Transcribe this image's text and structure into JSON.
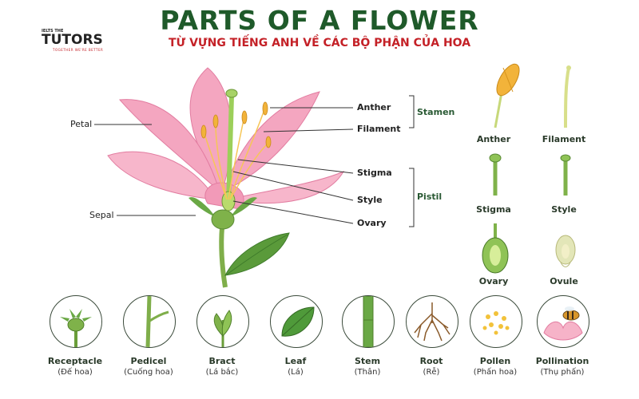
{
  "header": {
    "title": "PARTS OF A FLOWER",
    "subtitle": "TỪ VỰNG TIẾNG ANH VỀ CÁC BỘ PHẬN CỦA HOA"
  },
  "logo": {
    "top_text": "IELTS THE",
    "main_text": "TUTORS",
    "tagline": "TOGETHER WE'RE BETTER"
  },
  "diagram_labels": {
    "petal": "Petal",
    "sepal": "Sepal",
    "anther": "Anther",
    "filament": "Filament",
    "stigma": "Stigma",
    "style": "Style",
    "ovary": "Ovary",
    "stamen": "Stamen",
    "pistil": "Pistil"
  },
  "detail_items": [
    {
      "label": "Anther"
    },
    {
      "label": "Filament"
    },
    {
      "label": "Stigma"
    },
    {
      "label": "Style"
    },
    {
      "label": "Ovary"
    },
    {
      "label": "Ovule"
    }
  ],
  "bottom_items": [
    {
      "en": "Receptacle",
      "vi": "(Đế hoa)"
    },
    {
      "en": "Pedicel",
      "vi": "(Cuống hoa)"
    },
    {
      "en": "Bract",
      "vi": "(Lá bắc)"
    },
    {
      "en": "Leaf",
      "vi": "(Lá)"
    },
    {
      "en": "Stem",
      "vi": "(Thân)"
    },
    {
      "en": "Root",
      "vi": "(Rễ)"
    },
    {
      "en": "Pollen",
      "vi": "(Phấn hoa)"
    },
    {
      "en": "Pollination",
      "vi": "(Thụ phấn)"
    }
  ],
  "colors": {
    "title": "#1f5a2a",
    "subtitle": "#c42127",
    "petal": "#f4a6c0",
    "petal_dark": "#e27ca0",
    "leaf": "#5a9a3a",
    "stem": "#7fae4a",
    "anther": "#f2b33a"
  }
}
